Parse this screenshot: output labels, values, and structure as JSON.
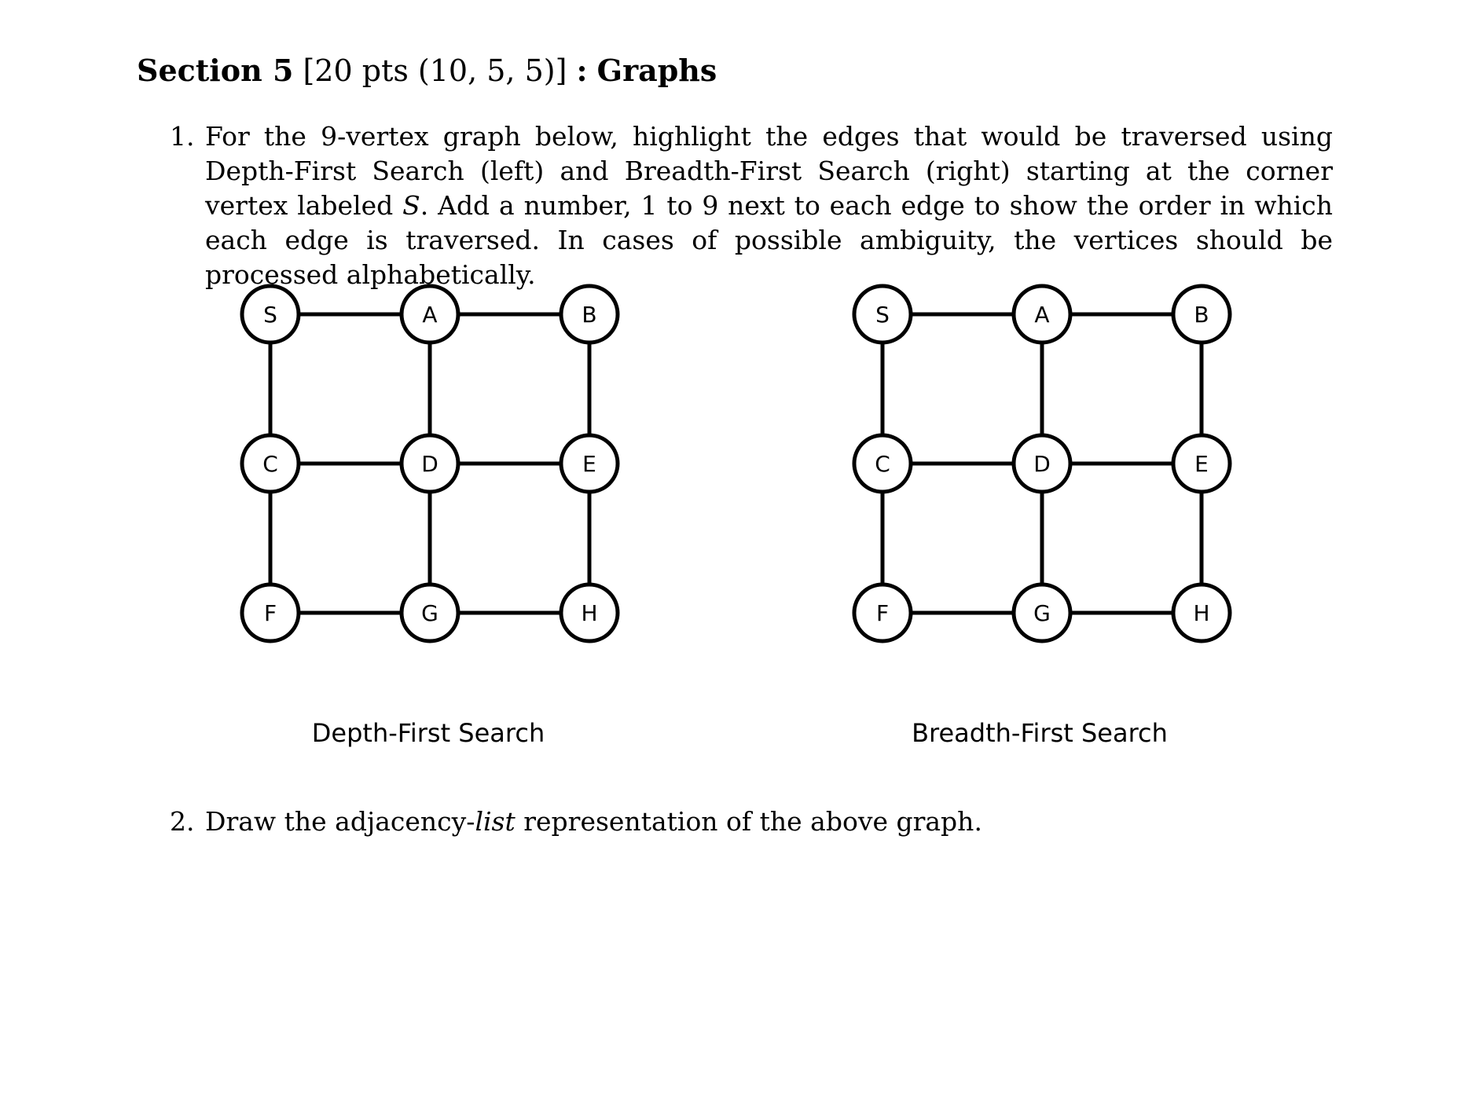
{
  "section": {
    "title_prefix": "Section 5",
    "points": "[20 pts (10, 5, 5)]",
    "separator": ":",
    "topic": "Graphs"
  },
  "question1": {
    "number": "1.",
    "text_before_s": "For the 9-vertex graph below, highlight the edges that would be traversed using Depth-First Search (left) and Breadth-First Search (right) starting at the corner vertex labeled ",
    "start_vertex": "S",
    "text_after_s": ". Add a number, 1 to 9 next to each edge to show the order in which each edge is traversed. In cases of possible ambiguity, the vertices should be processed alphabetically."
  },
  "graphs": {
    "vertex_labels": [
      "S",
      "A",
      "B",
      "C",
      "D",
      "E",
      "F",
      "G",
      "H"
    ],
    "left_caption": "Depth-First Search",
    "right_caption": "Breadth-First Search"
  },
  "question2": {
    "number": "2.",
    "text_before": "Draw the adjacency-",
    "emphasis": "list",
    "text_after": " representation of the above graph."
  }
}
